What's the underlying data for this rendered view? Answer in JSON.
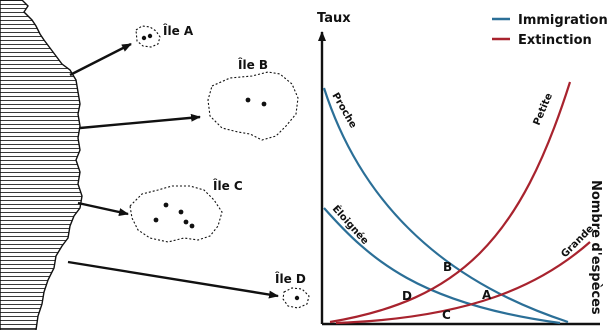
{
  "islands": [
    {
      "id": "A",
      "label": "Île A"
    },
    {
      "id": "B",
      "label": "Île B"
    },
    {
      "id": "C",
      "label": "Île C"
    },
    {
      "id": "D",
      "label": "Île D"
    }
  ],
  "axes": {
    "y_label": "Taux",
    "x_label": "Nombre d'espèces"
  },
  "legend": [
    {
      "label": "Immigration",
      "color": "#2b6f97"
    },
    {
      "label": "Extinction",
      "color": "#a8232e"
    }
  ],
  "curves": {
    "proche": "Proche",
    "eloignee": "Éloignée",
    "petite": "Petite",
    "grande": "Grande"
  },
  "points": {
    "A": "A",
    "B": "B",
    "C": "C",
    "D": "D"
  },
  "colors": {
    "immigration": "#2b6f97",
    "extinction": "#a8232e",
    "ink": "#111111"
  }
}
